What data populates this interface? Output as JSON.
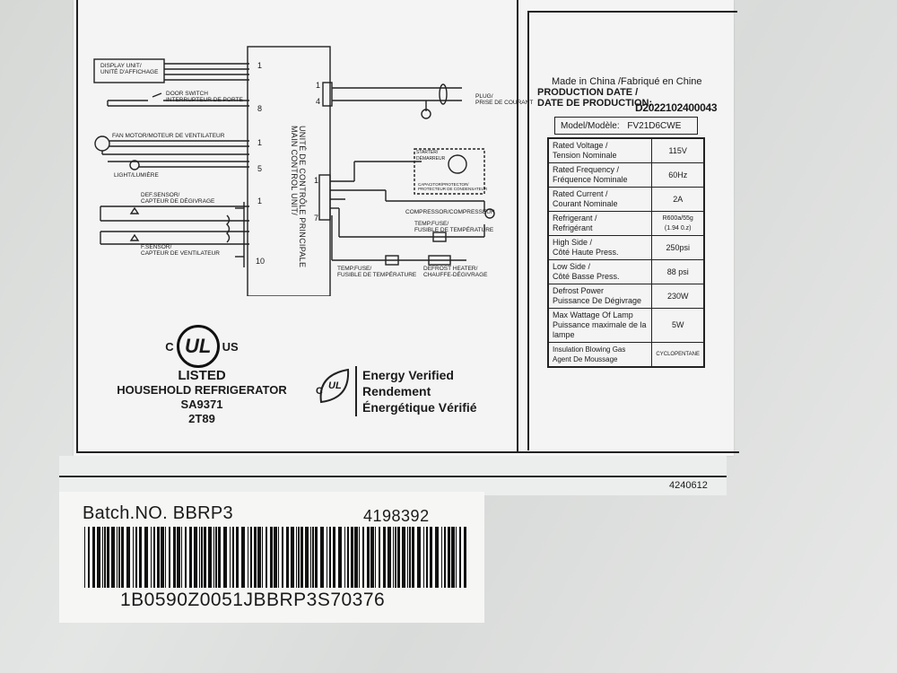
{
  "diagram": {
    "display_unit": [
      "DISPLAY UNIT/",
      "UNITÉ D'AFFICHAGE"
    ],
    "door_switch": [
      "DOOR SWITCH",
      "INTERRUPTEUR DE PORTE"
    ],
    "fan_motor": "FAN MOTOR/MOTEUR DE VENTILATEUR",
    "light": "LIGHT/LUMIÈRE",
    "def_sensor": [
      "DEF.SENSOR/",
      "CAPTEUR DE DÉGIVRAGE"
    ],
    "f_sensor": [
      "F.SENSOR/",
      "CAPTEUR DE VENTILATEUR"
    ],
    "main_control_unit": "MAIN CONTROL UNIT/",
    "main_control_unit_fr": "UNITÉ DE CONTRÔLE PRINCIPALE",
    "plug": [
      "PLUG/",
      "PRISE DE COURANT"
    ],
    "starter": [
      "STARTER/",
      "DÉMARREUR"
    ],
    "capacitor": [
      "CAPACITOR/PROTECTOR/",
      "PROTECTEUR DE CONDENSATEUR"
    ],
    "compressor": "COMPRESSOR/COMPRESSEUR",
    "temp_fuse_1": [
      "TEMP.FUSE/",
      "FUSIBLE DE TEMPÉRATURE"
    ],
    "temp_fuse_2": [
      "TEMP.FUSE/",
      "FUSIBLE DE TEMPÉRATURE"
    ],
    "defrost_heater": [
      "DEFROST HEATER/",
      "CHAUFFE-DÉGIVRAGE"
    ],
    "pins": [
      "1",
      "8",
      "1",
      "5",
      "1",
      "10",
      "1",
      "4",
      "1",
      "7"
    ]
  },
  "ul": {
    "c": "C",
    "ul": "UL",
    "us": "US",
    "listed": "LISTED",
    "product": "HOUSEHOLD REFRIGERATOR",
    "code1": "SA9371",
    "code2": "2T89"
  },
  "energy": {
    "line1": "Energy Verified",
    "line2": "Rendement",
    "line3": "Énergétique Vérifié",
    "c": "C",
    "ul": "UL"
  },
  "info": {
    "made_in": "Made in China /Fabriqué en Chine",
    "production_date_label_1": "PRODUCTION DATE /",
    "production_date_label_2": "DATE DE PRODUCTION:",
    "production_date": "D2022102400043",
    "model_label": "Model/Modèle:",
    "model": "FV21D6CWE",
    "specs": [
      {
        "label": [
          "Rated Voltage /",
          "Tension Nominale"
        ],
        "value": "115V"
      },
      {
        "label": [
          "Rated Frequency /",
          "Fréquence Nominale"
        ],
        "value": "60Hz"
      },
      {
        "label": [
          "Rated Current /",
          "Courant Nominale"
        ],
        "value": "2A"
      },
      {
        "label": [
          "Refrigerant /",
          "Refrigérant"
        ],
        "value": [
          "R600a/55g",
          "(1.94 0.z)"
        ]
      },
      {
        "label": [
          "High Side /",
          "Côté Haute Press."
        ],
        "value": "250psi"
      },
      {
        "label": [
          "Low Side /",
          "Côté Basse Press."
        ],
        "value": "88 psi"
      },
      {
        "label": [
          "Defrost Power",
          "Puissance De Dégivrage"
        ],
        "value": "230W"
      },
      {
        "label": [
          "Max Wattage Of Lamp",
          "Puissance maximale de la lampe"
        ],
        "value": "5W"
      },
      {
        "label": [
          "Insulation Blowing Gas",
          "Agent De Moussage"
        ],
        "value": "CYCLOPENTANE"
      }
    ]
  },
  "strip_code": "4240612",
  "batch": {
    "batch_no": "Batch.NO. BBRP3",
    "code": "4198392",
    "barcode_text": "1B0590Z0051JBBRP3S70376"
  }
}
